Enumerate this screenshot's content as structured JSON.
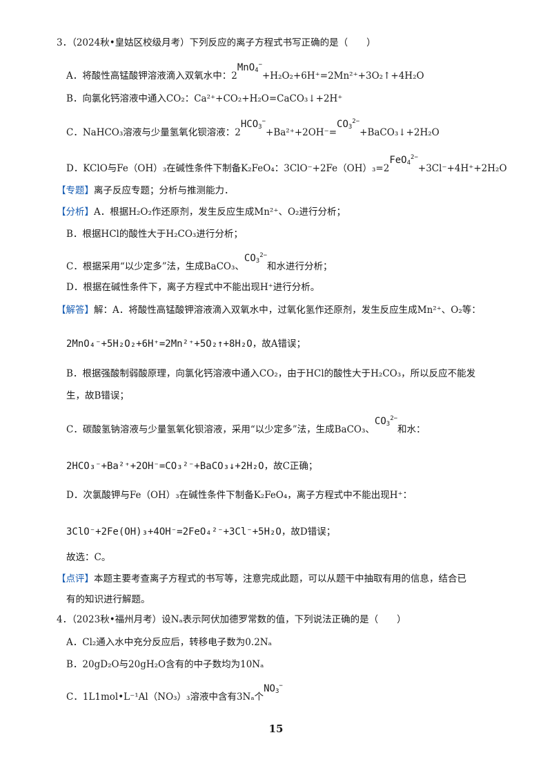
{
  "page_number": "15",
  "q3": {
    "stem": "3．（2024秋•皇姑区校级月考）下列反应的离子方程式书写正确的是（　　）",
    "a1": "A．将酸性高锰酸钾溶液滴入双氧水中：2",
    "a_ion": "MnO",
    "a_sub": "4",
    "a_sup": "−",
    "a2": "+H₂O₂+6H⁺=2Mn²⁺+3O₂↑+4H₂O",
    "b": "B．向氯化钙溶液中通入CO₂：Ca²⁺+CO₂+H₂O=CaCO₃↓+2H⁺",
    "c1": "C．NaHCO₃溶液与少量氢氧化钡溶液：2",
    "c_ion1": "HCO",
    "c_sub1": "3",
    "c_sup1": "−",
    "c2": "+Ba²⁺+2OH⁻=",
    "c_ion2": "CO",
    "c_sub2": "3",
    "c_sup2": "2−",
    "c3": "+BaCO₃↓+2H₂O",
    "d1": "D．KClO与Fe（OH）₃在碱性条件下制备K₂FeO₄：3ClO⁻+2Fe（OH）₃=2",
    "d_ion": "FeO",
    "d_sub": "4",
    "d_sup": "2−",
    "d2": "+3Cl⁻+4H⁺+2H₂O",
    "topic_tag": "【专题】",
    "topic": "离子反应专题；分析与推测能力．",
    "analysis_tag": "【分析】",
    "an_a": "A．根据H₂O₂作还原剂，发生反应生成Mn²⁺、O₂进行分析；",
    "an_b": "B．根据HCl的酸性大于H₂CO₃进行分析；",
    "an_c1": "C．根据采用“以少定多”法，生成BaCO₃、",
    "an_c_ion": "CO",
    "an_c_sub": "3",
    "an_c_sup": "2−",
    "an_c2": "和水进行分析；",
    "an_d": "D．根据在碱性条件下，离子方程式中不能出现H⁺进行分析。",
    "answer_tag": "【解答】",
    "ans_a": "解：A．将酸性高锰酸钾溶液滴入双氧水中，过氧化氢作还原剂，发生反应生成Mn²⁺、O₂等：",
    "eq_a": "2MnO₄⁻+5H₂O₂+6H⁺=2Mn²⁺+5O₂↑+8H₂O",
    "eq_a_tail": "，故A错误；",
    "ans_b1": "B．根据强酸制弱酸原理，向氯化钙溶液中通入CO₂，由于HCl的酸性大于H₂CO₃，所以反应不能发",
    "ans_b2": "生，故B错误；",
    "ans_c1": "C．碳酸氢钠溶液与少量氢氧化钡溶液，采用“以少定多”法，生成BaCO₃、",
    "ans_c_ion": "CO",
    "ans_c_sub": "3",
    "ans_c_sup": "2−",
    "ans_c2": "和水：",
    "eq_c": "2HCO₃⁻+Ba²⁺+2OH⁻=CO₃²⁻+BaCO₃↓+2H₂O",
    "eq_c_tail": "，故C正确；",
    "ans_d": "D．次氯酸钾与Fe（OH）₃在碱性条件下制备K₂FeO₄，离子方程式中不能出现H⁺：",
    "eq_d": "3ClO⁻+2Fe(OH)₃+4OH⁻=2FeO₄²⁻+3Cl⁻+5H₂O",
    "eq_d_tail": "，故D错误；",
    "choose": "故选：C。",
    "comment_tag": "【点评】",
    "comment1": "本题主要考查离子方程式的书写等，注意完成此题，可以从题干中抽取有用的信息，结合已",
    "comment2": "有的知识进行解题。"
  },
  "q4": {
    "stem": "4．（2023秋•福州月考）设Nₐ表示阿伏加德罗常数的值，下列说法正确的是（　　）",
    "a": "A．Cl₂通入水中充分反应后，转移电子数为0.2Nₐ",
    "b": "B．20gD₂O与20gH₂O含有的中子数均为10Nₐ",
    "c1": "C．1L1mol•L⁻¹Al（NO₃）₃溶液中含有3Nₐ个",
    "c_ion": "NO",
    "c_sub": "3",
    "c_sup": "−"
  }
}
